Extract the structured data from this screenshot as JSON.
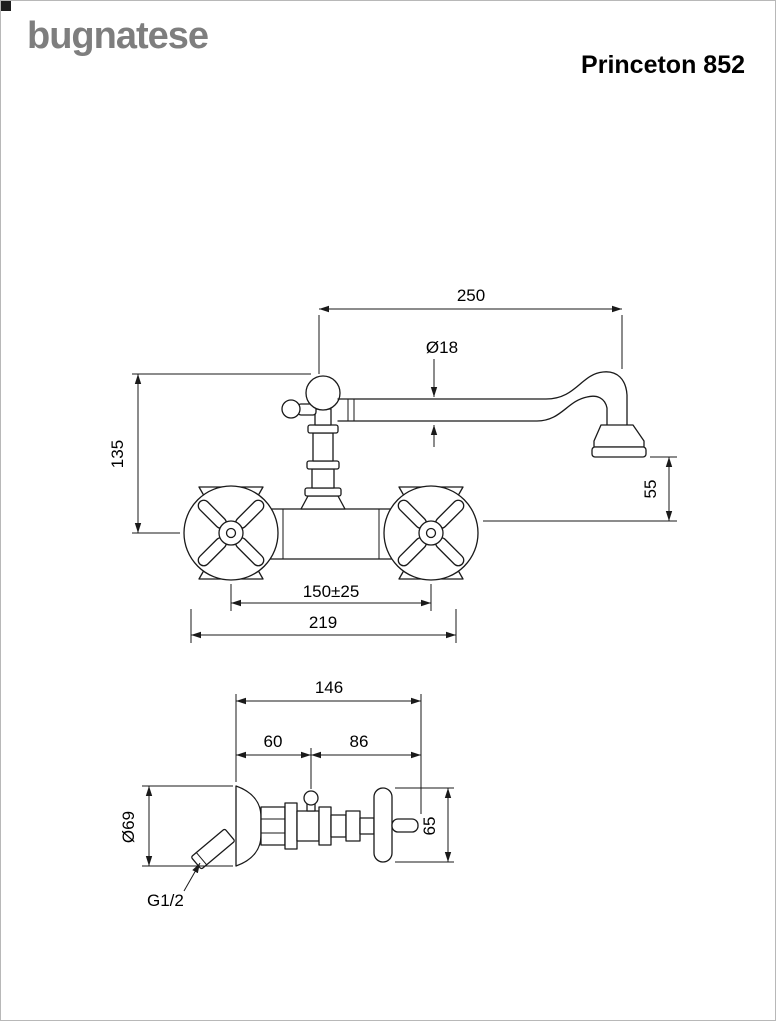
{
  "header": {
    "brand": "bugnatese",
    "product_title": "Princeton 852"
  },
  "front_view": {
    "spout_reach": "250",
    "spout_diameter": "Ø18",
    "height_to_spout": "135",
    "outlet_drop": "55",
    "inlet_centers": "150±25",
    "overall_width": "219"
  },
  "side_view": {
    "overall_depth": "146",
    "wall_to_center": "60",
    "center_to_handle": "86",
    "flange_diameter": "Ø69",
    "handle_span": "65",
    "connection_thread": "G1/2"
  }
}
